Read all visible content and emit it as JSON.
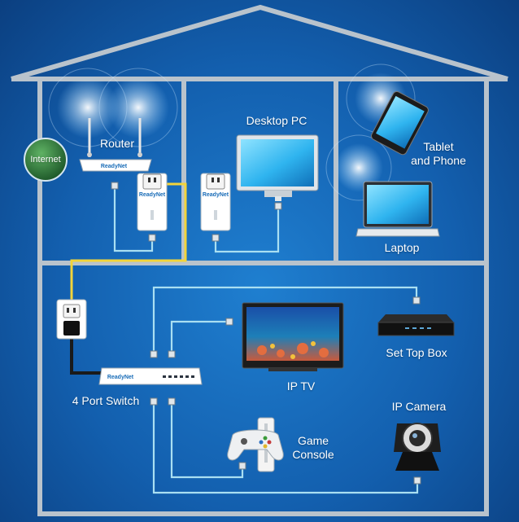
{
  "labels": {
    "internet": "Internet",
    "router": "Router",
    "desktop_pc": "Desktop PC",
    "tablet_and_phone": "Tablet\nand Phone",
    "laptop": "Laptop",
    "set_top_box": "Set Top Box",
    "ip_tv": "IP TV",
    "four_port_switch": "4 Port Switch",
    "ip_camera": "IP Camera",
    "game_console": "Game\nConsole"
  },
  "brand": "ReadyNet",
  "colors": {
    "background": "#135fae",
    "house_outline": "#b9c3cc",
    "cable": "#a9dff2",
    "powerline": "#f2d43a",
    "power_cord": "#1a1a1a",
    "internet_globe": "#2f7d3a"
  }
}
